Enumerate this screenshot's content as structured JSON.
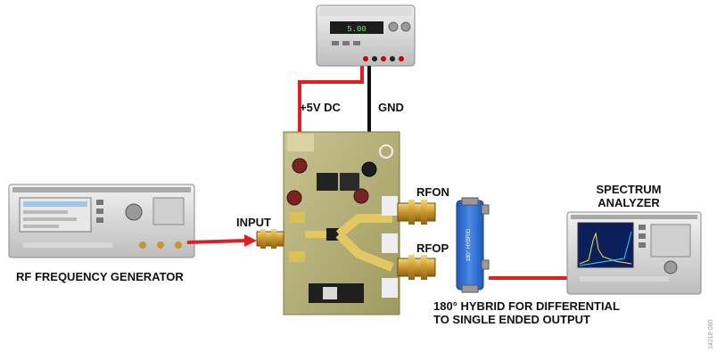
{
  "labels": {
    "plus5v": "+5V DC",
    "gnd": "GND",
    "input": "INPUT",
    "rfon": "RFON",
    "rfop": "RFOP",
    "rf_generator": "RF FREQUENCY GENERATOR",
    "spectrum_line1": "SPECTRUM",
    "spectrum_line2": "ANALYZER",
    "hybrid_line1": "180° HYBRID FOR DIFFERENTIAL",
    "hybrid_line2": "TO SINGLE ENDED OUTPUT",
    "figure_ref": "14216-080"
  },
  "devices": {
    "power_supply_display": "5.00",
    "generator_display": "",
    "balun_text": "180° HYBRID"
  },
  "colors": {
    "dc_wire": "#e02020",
    "rf_path": "#e02020",
    "gnd_wire": "#111111",
    "pcb": "#b9b37a",
    "balun": "#2f6fd0"
  }
}
